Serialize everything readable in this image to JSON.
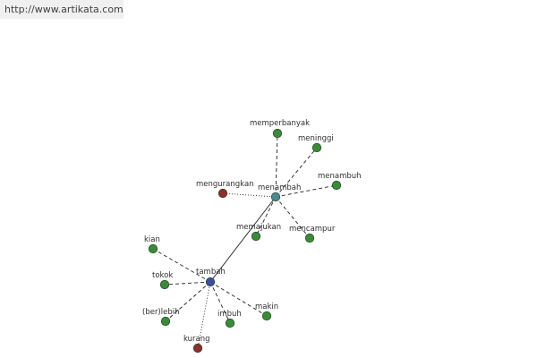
{
  "header": {
    "url": "http://www.artikata.com"
  },
  "colors": {
    "synonym": "#3a8a3a",
    "antonym": "#8b2f2f",
    "center": "#3f4fa0",
    "hub": "#4a8a90",
    "edge": "#222222"
  },
  "graph": {
    "nodes": [
      {
        "id": "menambah",
        "label": "menambah",
        "kind": "hub"
      },
      {
        "id": "tambah",
        "label": "tambah",
        "kind": "center"
      },
      {
        "id": "memperbanyak",
        "label": "memperbanyak",
        "kind": "synonym"
      },
      {
        "id": "meninggi",
        "label": "meninggi",
        "kind": "synonym"
      },
      {
        "id": "menambuh",
        "label": "menambuh",
        "kind": "synonym"
      },
      {
        "id": "mengurangkan",
        "label": "mengurangkan",
        "kind": "antonym"
      },
      {
        "id": "memajukan",
        "label": "memajukan",
        "kind": "synonym"
      },
      {
        "id": "mencampur",
        "label": "mencampur",
        "kind": "synonym"
      },
      {
        "id": "kian",
        "label": "kian",
        "kind": "synonym"
      },
      {
        "id": "tokok",
        "label": "tokok",
        "kind": "synonym"
      },
      {
        "id": "berlebih",
        "label": "(ber)lebih",
        "kind": "synonym"
      },
      {
        "id": "imbuh",
        "label": "imbuh",
        "kind": "synonym"
      },
      {
        "id": "makin",
        "label": "makin",
        "kind": "synonym"
      },
      {
        "id": "kurang",
        "label": "kurang",
        "kind": "antonym"
      }
    ],
    "edges": [
      {
        "from": "tambah",
        "to": "menambah",
        "style": "solid"
      },
      {
        "from": "menambah",
        "to": "memperbanyak",
        "style": "dashed"
      },
      {
        "from": "menambah",
        "to": "meninggi",
        "style": "dashed"
      },
      {
        "from": "menambah",
        "to": "menambuh",
        "style": "dashed"
      },
      {
        "from": "menambah",
        "to": "mengurangkan",
        "style": "dotted"
      },
      {
        "from": "menambah",
        "to": "memajukan",
        "style": "dashed"
      },
      {
        "from": "menambah",
        "to": "mencampur",
        "style": "dashed"
      },
      {
        "from": "tambah",
        "to": "kian",
        "style": "dashed"
      },
      {
        "from": "tambah",
        "to": "tokok",
        "style": "dashed"
      },
      {
        "from": "tambah",
        "to": "berlebih",
        "style": "dashed"
      },
      {
        "from": "tambah",
        "to": "imbuh",
        "style": "dashed"
      },
      {
        "from": "tambah",
        "to": "makin",
        "style": "dashed"
      },
      {
        "from": "tambah",
        "to": "kurang",
        "style": "dotted"
      }
    ]
  }
}
